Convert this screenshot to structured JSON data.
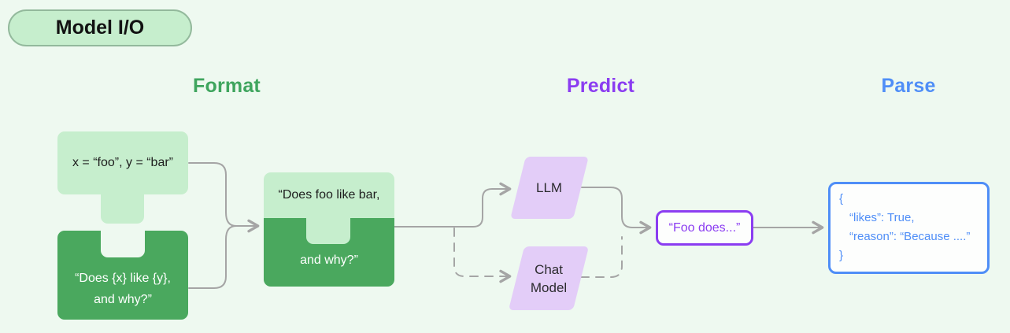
{
  "badge": {
    "label": "Model I/O"
  },
  "headings": {
    "format": "Format",
    "predict": "Predict",
    "parse": "Parse"
  },
  "format_stage": {
    "variables_piece": {
      "text": "x = “foo”, y = “bar”"
    },
    "template_piece": {
      "line1": "“Does {x} like {y},",
      "line2": "and why?”"
    },
    "prompt_piece": {
      "line1": "“Does foo like bar,",
      "line2": "and why?”"
    }
  },
  "predict_stage": {
    "llm": {
      "label": "LLM"
    },
    "chat_model": {
      "line1": "Chat",
      "line2": "Model"
    },
    "output": {
      "text": "“Foo does...”"
    }
  },
  "parse_stage": {
    "code": {
      "line1": "{",
      "line2": "“likes”: True,",
      "line3": "“reason”: “Because ....”",
      "line4": "}"
    }
  },
  "colors": {
    "bg": "#eef9f0",
    "light_green": "#c6eecd",
    "dark_green": "#4aa85e",
    "badge_border": "#93b99c",
    "heading_green": "#3fa55e",
    "purple": "#8b3df1",
    "light_purple": "#e3cdf8",
    "blue": "#4f8ef7",
    "line_gray": "#a5a5a5"
  }
}
